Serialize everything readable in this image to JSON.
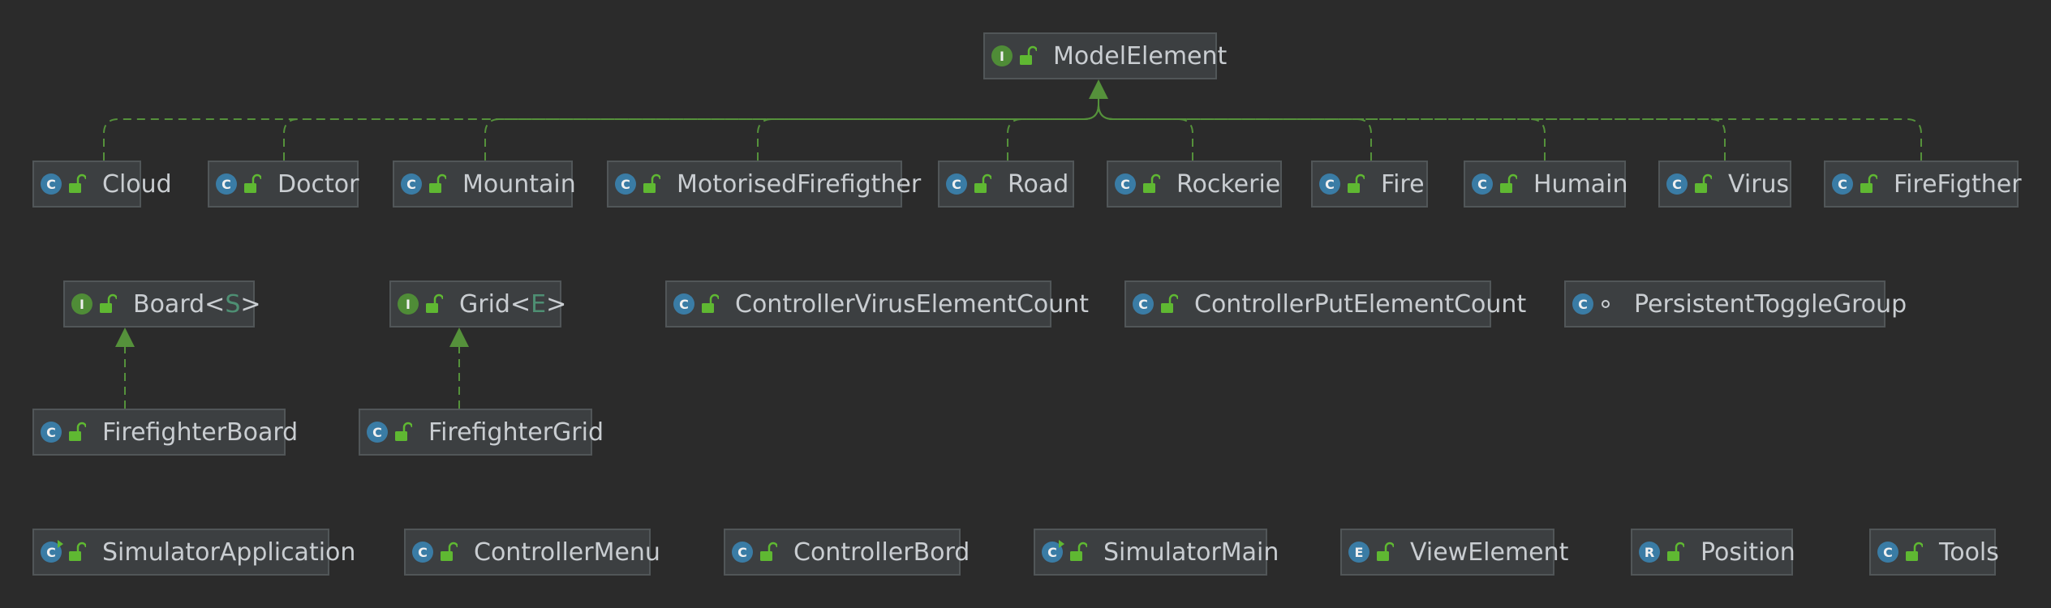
{
  "diagram": {
    "colors": {
      "background": "#2b2b2b",
      "node_fill": "#3c3f41",
      "node_border": "#515658",
      "text": "#c9cdd1",
      "edge": "#55913b",
      "class_badge": "#3a7ca5",
      "interface_badge": "#4f8c37"
    },
    "nodes": [
      {
        "id": "ModelElement",
        "label": "ModelElement",
        "badge": "I",
        "kind": "interface",
        "visibility": "public"
      },
      {
        "id": "Cloud",
        "label": "Cloud",
        "badge": "C",
        "kind": "class",
        "visibility": "public"
      },
      {
        "id": "Doctor",
        "label": "Doctor",
        "badge": "C",
        "kind": "class",
        "visibility": "public"
      },
      {
        "id": "Mountain",
        "label": "Mountain",
        "badge": "C",
        "kind": "class",
        "visibility": "public"
      },
      {
        "id": "MotorisedFirefigther",
        "label": "MotorisedFirefigther",
        "badge": "C",
        "kind": "class",
        "visibility": "public"
      },
      {
        "id": "Road",
        "label": "Road",
        "badge": "C",
        "kind": "class",
        "visibility": "public"
      },
      {
        "id": "Rockerie",
        "label": "Rockerie",
        "badge": "C",
        "kind": "class",
        "visibility": "public"
      },
      {
        "id": "Fire",
        "label": "Fire",
        "badge": "C",
        "kind": "class",
        "visibility": "public"
      },
      {
        "id": "Humain",
        "label": "Humain",
        "badge": "C",
        "kind": "class",
        "visibility": "public"
      },
      {
        "id": "Virus",
        "label": "Virus",
        "badge": "C",
        "kind": "class",
        "visibility": "public"
      },
      {
        "id": "FireFigther",
        "label": "FireFigther",
        "badge": "C",
        "kind": "class",
        "visibility": "public"
      },
      {
        "id": "Board",
        "label": "Board",
        "type_param": "S",
        "badge": "I",
        "kind": "interface",
        "visibility": "public"
      },
      {
        "id": "Grid",
        "label": "Grid",
        "type_param": "E",
        "badge": "I",
        "kind": "interface",
        "visibility": "public"
      },
      {
        "id": "ControllerVirusElementCount",
        "label": "ControllerVirusElementCount",
        "badge": "C",
        "kind": "class",
        "visibility": "public"
      },
      {
        "id": "ControllerPutElementCount",
        "label": "ControllerPutElementCount",
        "badge": "C",
        "kind": "class",
        "visibility": "public"
      },
      {
        "id": "PersistentToggleGroup",
        "label": "PersistentToggleGroup",
        "badge": "C",
        "kind": "class",
        "visibility": "package"
      },
      {
        "id": "FirefighterBoard",
        "label": "FirefighterBoard",
        "badge": "C",
        "kind": "class",
        "visibility": "public"
      },
      {
        "id": "FirefighterGrid",
        "label": "FirefighterGrid",
        "badge": "C",
        "kind": "class",
        "visibility": "public"
      },
      {
        "id": "SimulatorApplication",
        "label": "SimulatorApplication",
        "badge": "C",
        "kind": "runnable",
        "visibility": "public"
      },
      {
        "id": "ControllerMenu",
        "label": "ControllerMenu",
        "badge": "C",
        "kind": "class",
        "visibility": "public"
      },
      {
        "id": "ControllerBord",
        "label": "ControllerBord",
        "badge": "C",
        "kind": "class",
        "visibility": "public"
      },
      {
        "id": "SimulatorMain",
        "label": "SimulatorMain",
        "badge": "C",
        "kind": "runnable",
        "visibility": "public"
      },
      {
        "id": "ViewElement",
        "label": "ViewElement",
        "badge": "E",
        "kind": "enum",
        "visibility": "public"
      },
      {
        "id": "Position",
        "label": "Position",
        "badge": "R",
        "kind": "record",
        "visibility": "public"
      },
      {
        "id": "Tools",
        "label": "Tools",
        "badge": "C",
        "kind": "class",
        "visibility": "public"
      }
    ],
    "edges": [
      {
        "from": "Cloud",
        "to": "ModelElement",
        "type": "implements"
      },
      {
        "from": "Doctor",
        "to": "ModelElement",
        "type": "implements"
      },
      {
        "from": "Mountain",
        "to": "ModelElement",
        "type": "implements"
      },
      {
        "from": "MotorisedFirefigther",
        "to": "ModelElement",
        "type": "implements"
      },
      {
        "from": "Road",
        "to": "ModelElement",
        "type": "implements"
      },
      {
        "from": "Rockerie",
        "to": "ModelElement",
        "type": "implements"
      },
      {
        "from": "Fire",
        "to": "ModelElement",
        "type": "implements"
      },
      {
        "from": "Humain",
        "to": "ModelElement",
        "type": "implements"
      },
      {
        "from": "Virus",
        "to": "ModelElement",
        "type": "implements"
      },
      {
        "from": "FireFigther",
        "to": "ModelElement",
        "type": "implements"
      },
      {
        "from": "FirefighterBoard",
        "to": "Board",
        "type": "implements"
      },
      {
        "from": "FirefighterGrid",
        "to": "Grid",
        "type": "implements"
      }
    ]
  }
}
